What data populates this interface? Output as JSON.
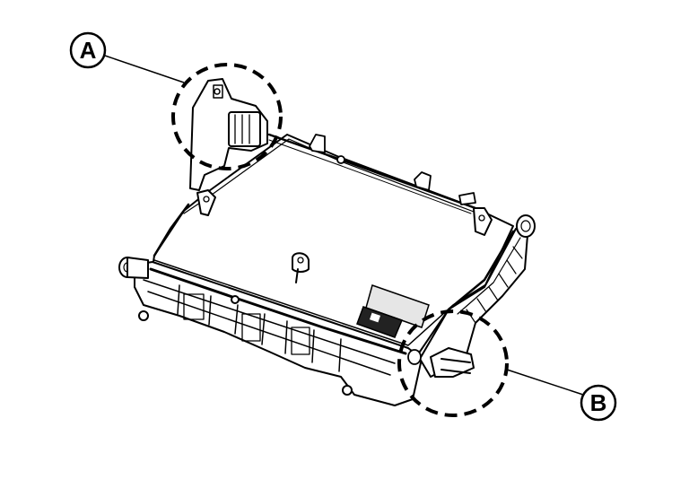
{
  "callouts": [
    {
      "id": "A",
      "label": "A"
    },
    {
      "id": "B",
      "label": "B"
    }
  ],
  "colors": {
    "line": "#000000",
    "background": "#ffffff",
    "label_plate": "#e6e6e6",
    "dark_label": "#222222"
  }
}
